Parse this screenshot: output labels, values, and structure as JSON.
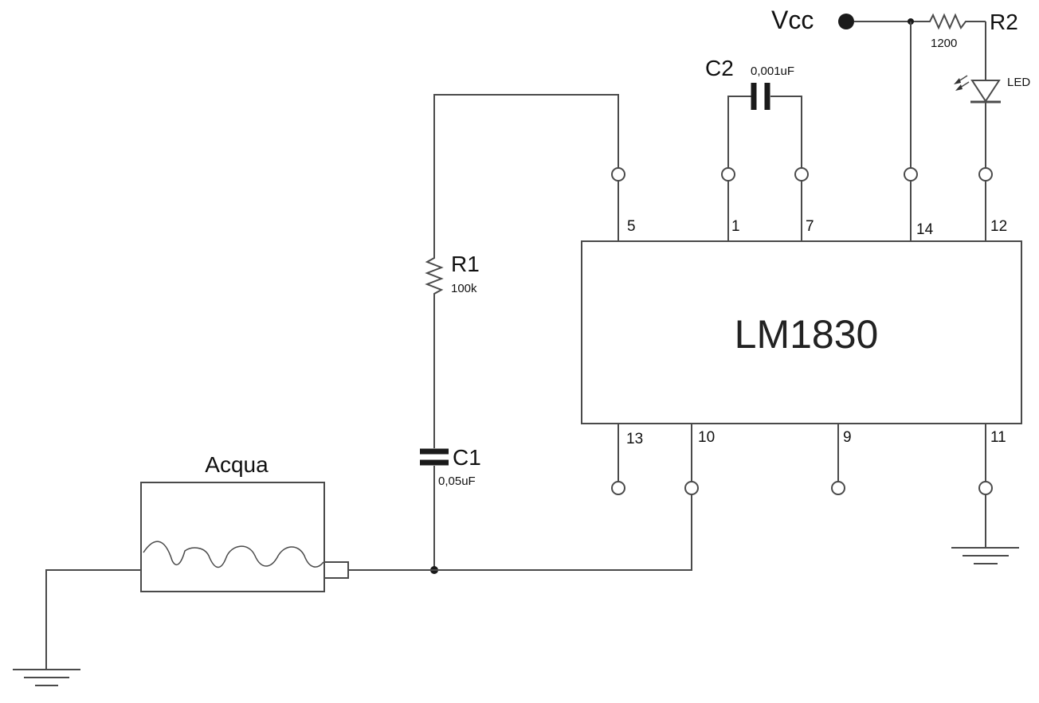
{
  "chip": {
    "name": "LM1830"
  },
  "pins": {
    "p5": "5",
    "p1": "1",
    "p7": "7",
    "p14": "14",
    "p12": "12",
    "p13": "13",
    "p10": "10",
    "p9": "9",
    "p11": "11"
  },
  "components": {
    "r1": {
      "name": "R1",
      "value": "100k"
    },
    "r2": {
      "name": "R2",
      "value": "1200"
    },
    "c1": {
      "name": "C1",
      "value": "0,05uF"
    },
    "c2": {
      "name": "C2",
      "value": "0,001uF"
    },
    "led": {
      "name": "LED"
    },
    "vcc": {
      "name": "Vcc"
    },
    "sensor": {
      "name": "Acqua"
    }
  }
}
